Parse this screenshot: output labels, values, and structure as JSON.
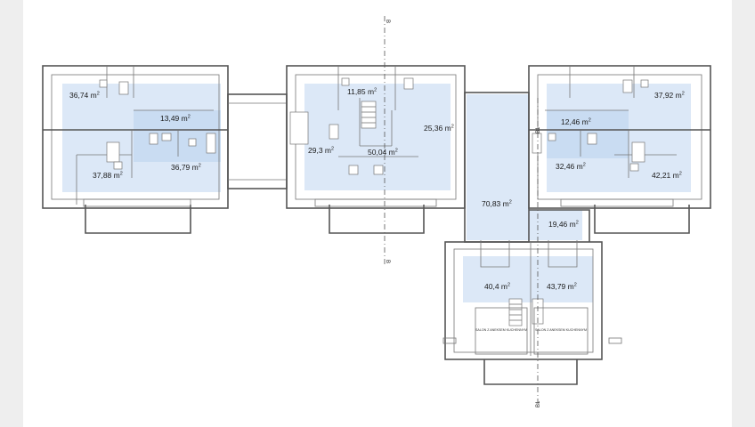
{
  "plan": {
    "areas": [
      {
        "id": "l1",
        "value": "36,74",
        "unit": "m",
        "exp": "2"
      },
      {
        "id": "l2",
        "value": "13,49",
        "unit": "m",
        "exp": "2"
      },
      {
        "id": "l3",
        "value": "36,79",
        "unit": "m",
        "exp": "2"
      },
      {
        "id": "l4",
        "value": "37,88",
        "unit": "m",
        "exp": "2"
      },
      {
        "id": "c1",
        "value": "11,85",
        "unit": "m",
        "exp": "2"
      },
      {
        "id": "c2",
        "value": "25,36",
        "unit": "m",
        "exp": "2"
      },
      {
        "id": "c3",
        "value": "29,3",
        "unit": "m",
        "exp": "2"
      },
      {
        "id": "c4",
        "value": "50,04",
        "unit": "m",
        "exp": "2"
      },
      {
        "id": "m1",
        "value": "70,83",
        "unit": "m",
        "exp": "2"
      },
      {
        "id": "m2",
        "value": "19,46",
        "unit": "m",
        "exp": "2"
      },
      {
        "id": "m3",
        "value": "40,4",
        "unit": "m",
        "exp": "2"
      },
      {
        "id": "m4",
        "value": "43,79",
        "unit": "m",
        "exp": "2"
      },
      {
        "id": "r1",
        "value": "37,92",
        "unit": "m",
        "exp": "2"
      },
      {
        "id": "r2",
        "value": "12,46",
        "unit": "m",
        "exp": "2"
      },
      {
        "id": "r3",
        "value": "32,46",
        "unit": "m",
        "exp": "2"
      },
      {
        "id": "r4",
        "value": "42,21",
        "unit": "m",
        "exp": "2"
      }
    ],
    "section_labels": {
      "b_top": "B",
      "b_bottom": "B",
      "b1_right": "B1",
      "b1_bottom": "B1"
    },
    "room_notes": {
      "left": "SALON Z ANEKSEM KUCHENNYM",
      "right": "SALON Z ANEKSEM KUCHENNYM"
    }
  }
}
